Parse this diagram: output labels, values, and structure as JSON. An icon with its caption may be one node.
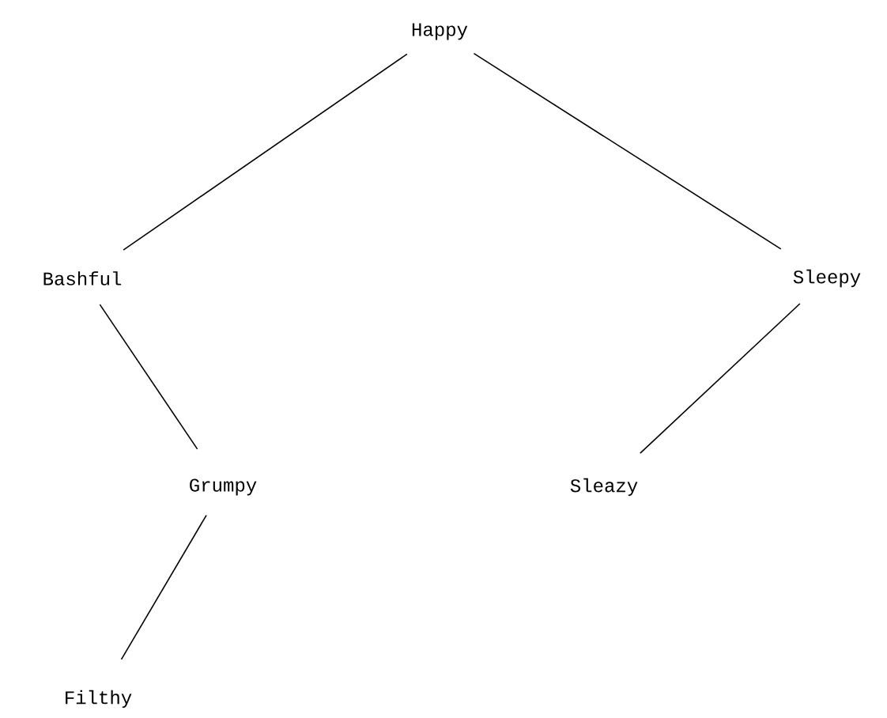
{
  "diagram": {
    "nodes": [
      {
        "text": [
          "Happy"
        ]
      },
      {
        "text": [
          "Bashful"
        ]
      },
      {
        "text": [
          "Sleepy"
        ]
      },
      {
        "text": [
          "Grumpy"
        ]
      },
      {
        "text": [
          "Sleazy"
        ]
      },
      {
        "text": [
          "Filthy"
        ]
      }
    ],
    "edges": [
      {
        "from": 0,
        "to": 1,
        "arrow": "none"
      },
      {
        "from": 0,
        "to": 2,
        "arrow": "none"
      },
      {
        "from": 1,
        "to": 3,
        "arrow": "none"
      },
      {
        "from": 2,
        "to": 4,
        "arrow": "none"
      },
      {
        "from": 3,
        "to": 5,
        "arrow": "none"
      }
    ]
  }
}
